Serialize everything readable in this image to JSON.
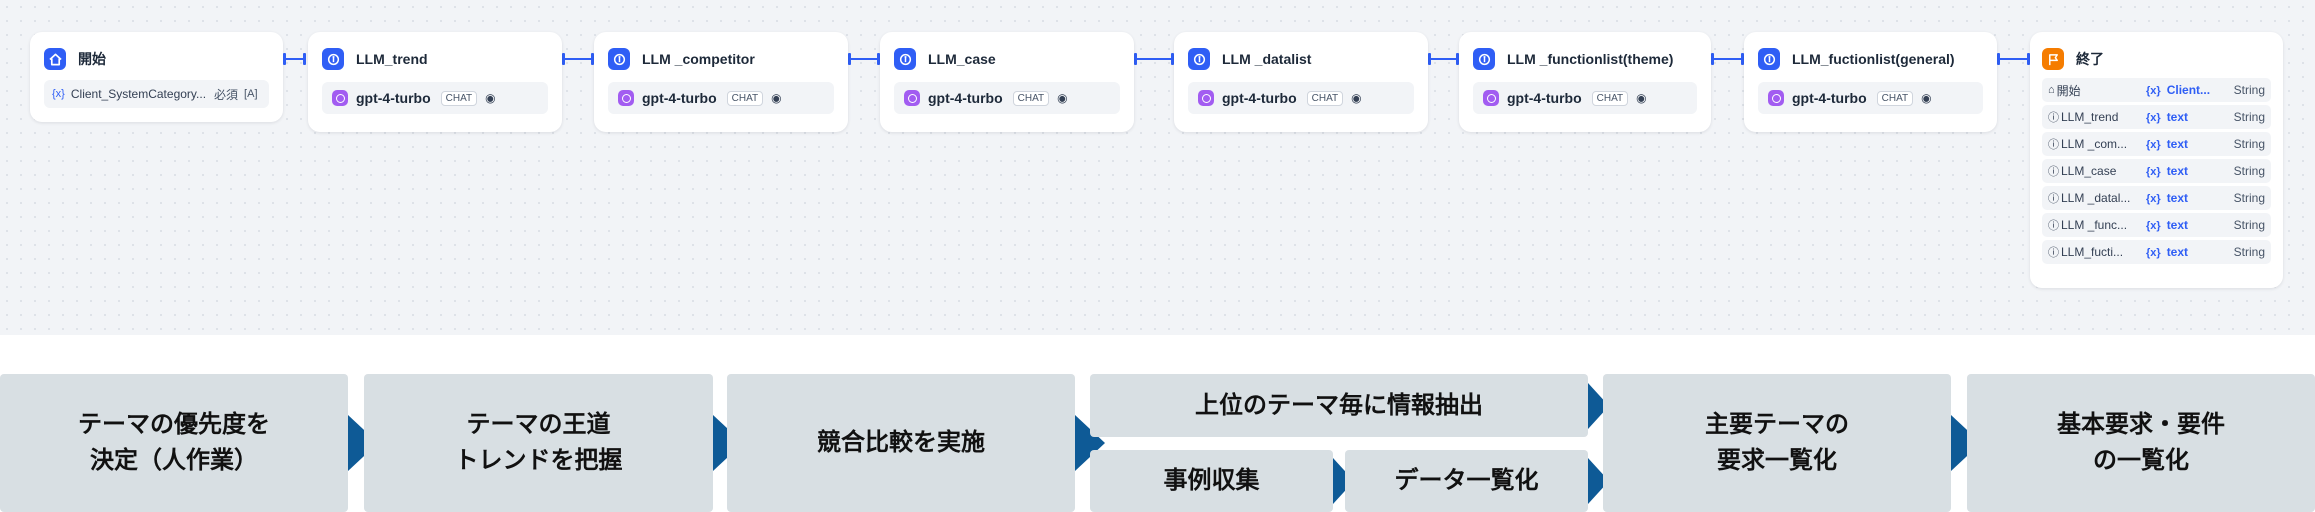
{
  "workflow": {
    "start_node": {
      "title": "開始",
      "variable": {
        "name": "Client_SystemCategory...",
        "required_label": "必須",
        "type_glyph": "[A]"
      }
    },
    "llm_nodes": [
      {
        "title": "LLM_trend",
        "model": "gpt-4-turbo",
        "mode": "CHAT"
      },
      {
        "title": "LLM _competitor",
        "model": "gpt-4-turbo",
        "mode": "CHAT"
      },
      {
        "title": "LLM_case",
        "model": "gpt-4-turbo",
        "mode": "CHAT"
      },
      {
        "title": "LLM _datalist",
        "model": "gpt-4-turbo",
        "mode": "CHAT"
      },
      {
        "title": "LLM _functionlist(theme)",
        "model": "gpt-4-turbo",
        "mode": "CHAT"
      },
      {
        "title": "LLM_fuctionlist(general)",
        "model": "gpt-4-turbo",
        "mode": "CHAT"
      }
    ],
    "end_node": {
      "title": "終了",
      "outputs": [
        {
          "source": "開始",
          "variable": "Client...",
          "type": "String"
        },
        {
          "source": "LLM_trend",
          "variable": "text",
          "type": "String"
        },
        {
          "source": "LLM _com...",
          "variable": "text",
          "type": "String"
        },
        {
          "source": "LLM_case",
          "variable": "text",
          "type": "String"
        },
        {
          "source": "LLM _datal...",
          "variable": "text",
          "type": "String"
        },
        {
          "source": "LLM _func...",
          "variable": "text",
          "type": "String"
        },
        {
          "source": "LLM_fucti...",
          "variable": "text",
          "type": "String"
        }
      ]
    },
    "colors": {
      "accent": "#2f5ef5",
      "end_node_accent": "#f57c00",
      "model_icon": "#a25cf1"
    },
    "icons": {
      "start": "home-icon",
      "llm": "llm-icon",
      "end": "flag-icon",
      "model": "openai-icon",
      "visibility": "eye-icon",
      "variable": "variable-icon"
    }
  },
  "process": {
    "steps": [
      {
        "label": "テーマの優先度を\n決定（人作業）"
      },
      {
        "label": "テーマの王道\nトレンドを把握"
      },
      {
        "label": "競合比較を実施"
      },
      {
        "label": "上位のテーマ毎に情報抽出"
      },
      {
        "label": "事例収集"
      },
      {
        "label": "データ一覧化"
      },
      {
        "label": "主要テーマの\n要求一覧化"
      },
      {
        "label": "基本要求・要件\nの一覧化"
      }
    ],
    "colors": {
      "box": "#d8dfe3",
      "arrow": "#0e5a96"
    }
  }
}
